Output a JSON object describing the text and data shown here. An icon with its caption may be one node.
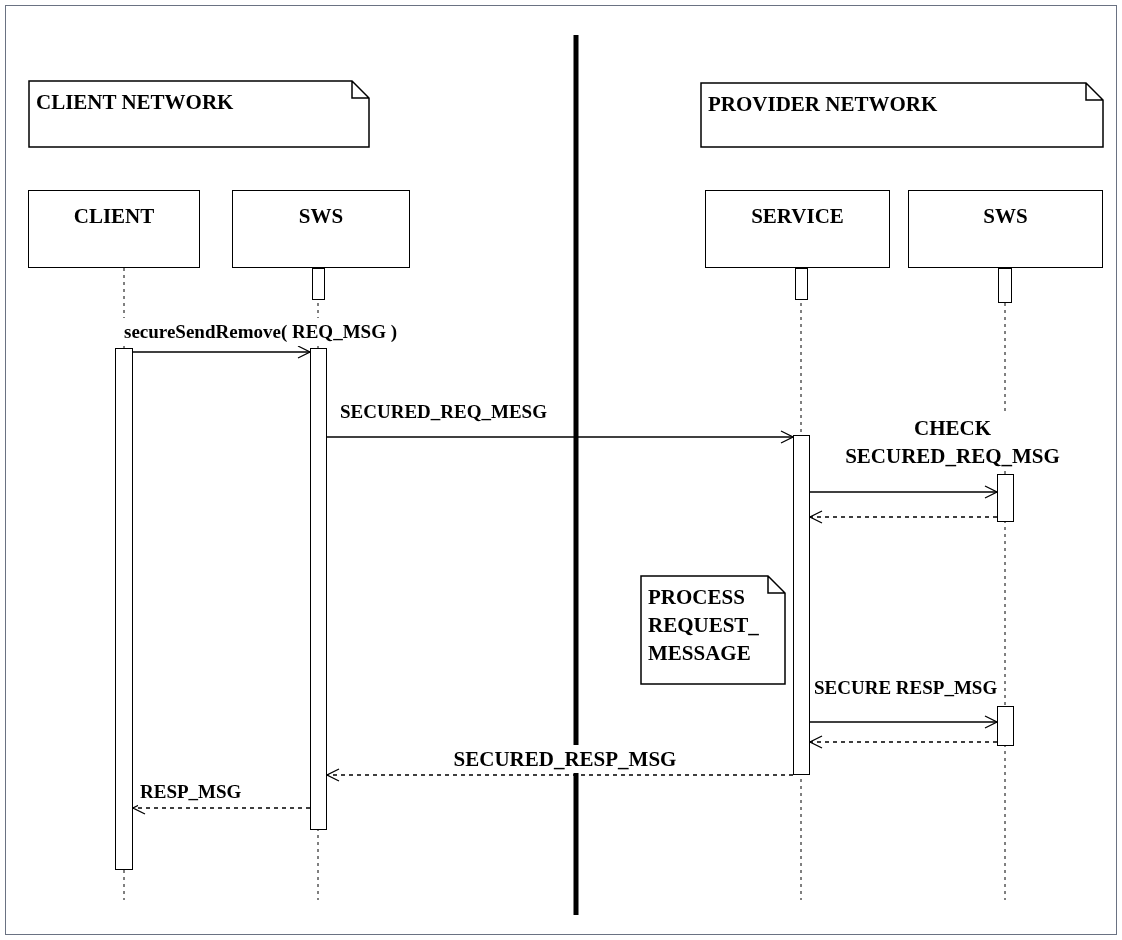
{
  "diagram": {
    "nodes": [
      {
        "text": [
          "CLIENT NETWORK"
        ]
      },
      {
        "text": [
          "PROVIDER NETWORK"
        ]
      },
      {
        "text": [
          "CLIENT"
        ]
      },
      {
        "text": [
          "SWS"
        ]
      },
      {
        "text": [
          "SERVICE"
        ]
      },
      {
        "text": [
          "SWS"
        ]
      },
      {
        "text": [
          "PROCESS REQUEST_ MESSAGE"
        ]
      },
      {
        "text": [],
        "shape": "bar"
      },
      {
        "text": [],
        "shape": "bar"
      },
      {
        "text": [],
        "shape": "bar"
      },
      {
        "text": [],
        "shape": "bar"
      },
      {
        "text": [],
        "shape": "bar"
      },
      {
        "text": [],
        "shape": "bar"
      },
      {
        "text": [],
        "shape": "bar"
      },
      {
        "text": [],
        "shape": "bar"
      }
    ],
    "edges": [
      {
        "from": 10,
        "to": 11,
        "arrow": "to",
        "label": "secureSendRemove( REQ_MSG )"
      },
      {
        "from": 11,
        "to": 12,
        "arrow": "to",
        "label": "SECURED_REQ_MESG"
      },
      {
        "from": 12,
        "to": 13,
        "arrow": "to",
        "label": "CHECK SECURED_REQ_MSG"
      },
      {
        "from": 13,
        "to": 12,
        "arrow": "to",
        "style": "dashed"
      },
      {
        "from": 12,
        "to": 14,
        "arrow": "to",
        "label": "SECURE RESP_MSG"
      },
      {
        "from": 14,
        "to": 12,
        "arrow": "to",
        "style": "dashed"
      },
      {
        "from": 12,
        "to": 11,
        "arrow": "to",
        "style": "dashed",
        "label": "SECURED_RESP_MSG"
      },
      {
        "from": 11,
        "to": 10,
        "arrow": "to",
        "style": "dashed",
        "label": "RESP_MSG"
      }
    ]
  }
}
